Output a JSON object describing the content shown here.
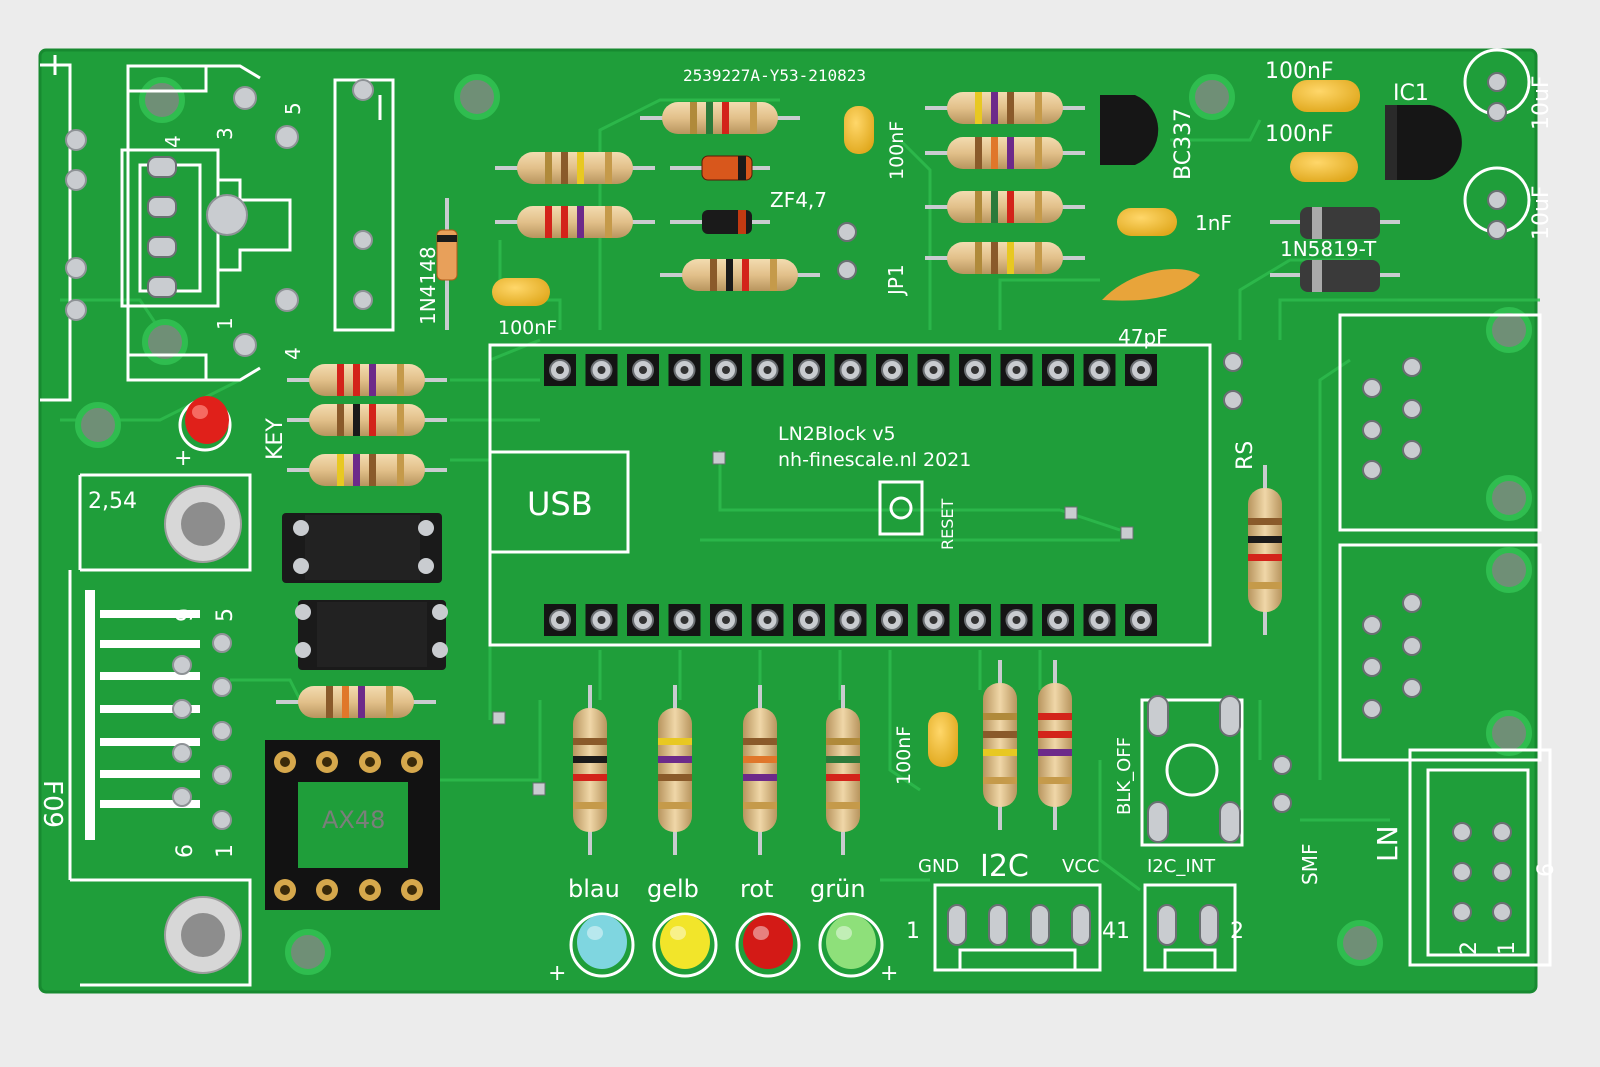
{
  "board": {
    "colors": {
      "pcb": "#1f9e3a",
      "pcb_dark": "#188a31",
      "trace": "#2bb64a",
      "silk": "#ffffff",
      "pad": "#c9ccd0",
      "background": "#ececec"
    },
    "serial": "2539227A-Y53-210823",
    "title_line1": "LN2Block v5",
    "title_line2": "nh-finescale.nl 2021",
    "usb_label": "USB",
    "reset_label": "RESET",
    "key_label": "KEY",
    "pitch_label": "2,54",
    "f09_label": "F09",
    "jp1_label": "JP1",
    "rs_label": "RS",
    "smf_label": "SMF",
    "ln_label": "LN",
    "ic1_label": "IC1",
    "bc337_label": "BC337",
    "diode_1n4148_label": "1N4148",
    "diode_1n5819_label": "1N5819-T",
    "zener_label": "ZF4,7",
    "blk_off_label": "BLK_OFF",
    "i2c_label": "I2C",
    "i2c_gnd": "GND",
    "i2c_vcc": "VCC",
    "i2c_pin1": "1",
    "i2c_pin41": "41",
    "i2c_int_label": "I2C_INT",
    "i2c_int_pin2": "2",
    "optocoupler_label": "AX48",
    "cap_100nF": "100nF",
    "cap_1nF": "1nF",
    "cap_47pF": "47pF",
    "cap_10uF": "10uF",
    "plus": "+",
    "connector_pins_top": [
      "5",
      "3",
      "4"
    ],
    "connector_pins_side": [
      "1",
      "4"
    ],
    "sub_d_pins": [
      "9",
      "5",
      "6",
      "1"
    ],
    "ln_pins": [
      "6",
      "2",
      "1"
    ],
    "leds": [
      {
        "label": "blau",
        "color": "#7fd6e0"
      },
      {
        "label": "gelb",
        "color": "#f2e52a"
      },
      {
        "label": "rot",
        "color": "#d31a16"
      },
      {
        "label": "grün",
        "color": "#8ee07a"
      }
    ],
    "key_led_color": "#e0201a"
  }
}
